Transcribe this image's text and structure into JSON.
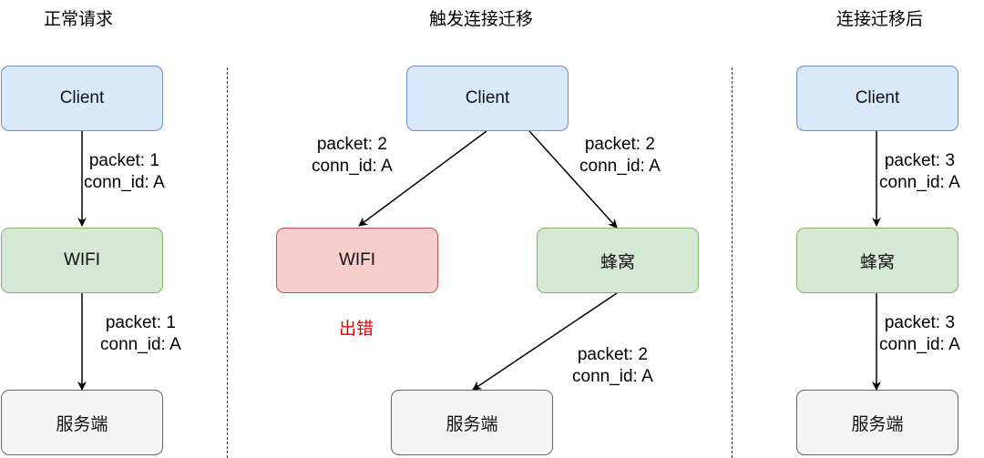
{
  "titles": {
    "normal": "正常请求",
    "trigger": "触发连接迁移",
    "after": "连接迁移后"
  },
  "panel_normal": {
    "client": "Client",
    "wifi": "WIFI",
    "server": "服务端",
    "edge1": {
      "packet": "packet: 1",
      "conn": "conn_id: A"
    },
    "edge2": {
      "packet": "packet: 1",
      "conn": "conn_id: A"
    }
  },
  "panel_trigger": {
    "client": "Client",
    "wifi": "WIFI",
    "cellular": "蜂窝",
    "server": "服务端",
    "error": "出错",
    "edge_wifi": {
      "packet": "packet: 2",
      "conn": "conn_id: A"
    },
    "edge_cell": {
      "packet": "packet: 2",
      "conn": "conn_id: A"
    },
    "edge_server": {
      "packet": "packet: 2",
      "conn": "conn_id: A"
    }
  },
  "panel_after": {
    "client": "Client",
    "cellular": "蜂窝",
    "server": "服务端",
    "edge1": {
      "packet": "packet: 3",
      "conn": "conn_id: A"
    },
    "edge2": {
      "packet": "packet: 3",
      "conn": "conn_id: A"
    }
  },
  "colors": {
    "client_fill": "#dae8fc",
    "network_fill": "#d5e8d4",
    "error_fill": "#f8cecc",
    "server_fill": "#f5f5f5",
    "error_text": "#e60000"
  }
}
